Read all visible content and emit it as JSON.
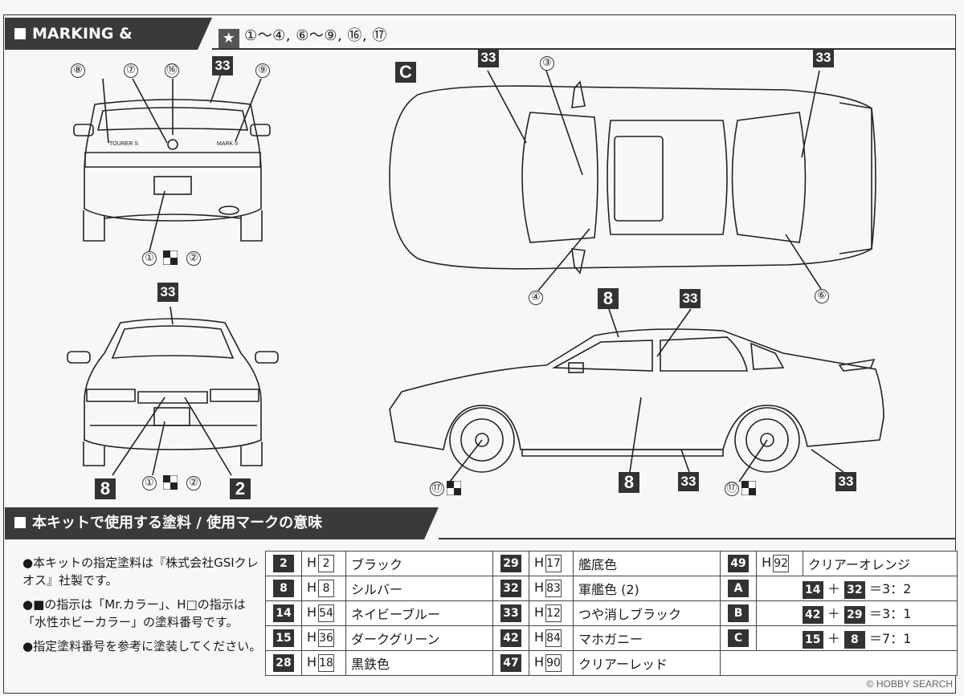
{
  "header": {
    "title": "MARKING & PAINTING",
    "applies_marks": "①〜④, ⑥〜⑨, ⑯, ⑰"
  },
  "callouts": {
    "c33": "33",
    "c8": "8",
    "c2": "2",
    "cC": "C"
  },
  "markers": [
    "⑧",
    "⑦",
    "⑯",
    "⑨",
    "①",
    "②",
    "③",
    "④",
    "⑥",
    "⑰"
  ],
  "car_text": {
    "tourer": "TOURER S",
    "mark": "MARK II"
  },
  "section2": {
    "title": "本キットで使用する塗料 / 使用マークの意味"
  },
  "notes": [
    "●本キットの指定塗料は『株式会社GSIクレオス』社製です。",
    "●■の指示は「Mr.カラー」、H□の指示は「水性ホビーカラー」の塗料番号です。",
    "●指定塗料番号を参考に塗装してください。"
  ],
  "paints": [
    [
      {
        "code": "2",
        "h": "2",
        "name": "ブラック"
      },
      {
        "code": "29",
        "h": "17",
        "name": "艦底色"
      },
      {
        "code": "49",
        "h": "92",
        "name": "クリアーオレンジ"
      }
    ],
    [
      {
        "code": "8",
        "h": "8",
        "name": "シルバー"
      },
      {
        "code": "32",
        "h": "83",
        "name": "軍艦色 (2)"
      },
      {
        "mix": "A",
        "a": "14",
        "b": "32",
        "ratio": "3：2"
      }
    ],
    [
      {
        "code": "14",
        "h": "54",
        "name": "ネイビーブルー"
      },
      {
        "code": "33",
        "h": "12",
        "name": "つや消しブラック"
      },
      {
        "mix": "B",
        "a": "42",
        "b": "29",
        "ratio": "3：1"
      }
    ],
    [
      {
        "code": "15",
        "h": "36",
        "name": "ダークグリーン"
      },
      {
        "code": "42",
        "h": "84",
        "name": "マホガニー"
      },
      {
        "mix": "C",
        "a": "15",
        "b": "8",
        "ratio": "7：1"
      }
    ],
    [
      {
        "code": "28",
        "h": "18",
        "name": "黒鉄色"
      },
      {
        "code": "47",
        "h": "90",
        "name": "クリアーレッド"
      },
      {
        "empty": true
      }
    ]
  ],
  "watermark": "© HOBBY SEARCH"
}
